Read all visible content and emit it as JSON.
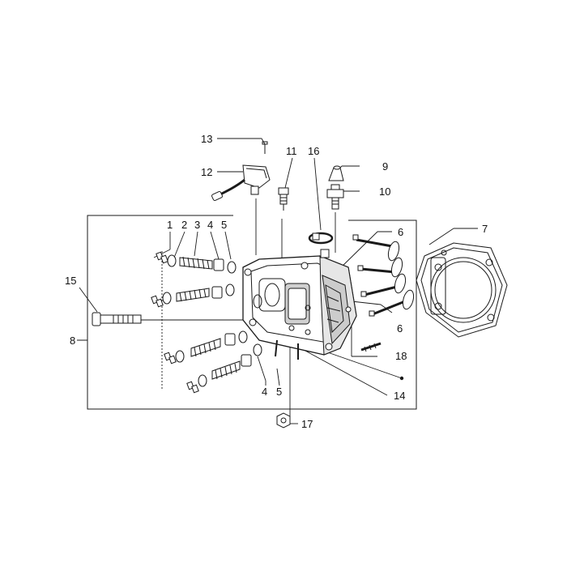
{
  "diagram": {
    "colors": {
      "line": "#1a1a1a",
      "part_fill": "#ffffff",
      "part_shade": "#cfcfcf",
      "dark": "#555555"
    },
    "callouts": [
      {
        "id": "c13",
        "label": "13"
      },
      {
        "id": "c12",
        "label": "12"
      },
      {
        "id": "c11",
        "label": "11"
      },
      {
        "id": "c16",
        "label": "16"
      },
      {
        "id": "c9",
        "label": "9"
      },
      {
        "id": "c10",
        "label": "10"
      },
      {
        "id": "c7",
        "label": "7"
      },
      {
        "id": "c6a",
        "label": "6"
      },
      {
        "id": "c6b",
        "label": "6"
      },
      {
        "id": "c1",
        "label": "1"
      },
      {
        "id": "c2",
        "label": "2"
      },
      {
        "id": "c3",
        "label": "3"
      },
      {
        "id": "c4a",
        "label": "4"
      },
      {
        "id": "c5a",
        "label": "5"
      },
      {
        "id": "c15",
        "label": "15"
      },
      {
        "id": "c8",
        "label": "8"
      },
      {
        "id": "c18",
        "label": "18"
      },
      {
        "id": "c14",
        "label": "14"
      },
      {
        "id": "c4b",
        "label": "4"
      },
      {
        "id": "c5b",
        "label": "5"
      },
      {
        "id": "c17",
        "label": "17"
      }
    ]
  }
}
